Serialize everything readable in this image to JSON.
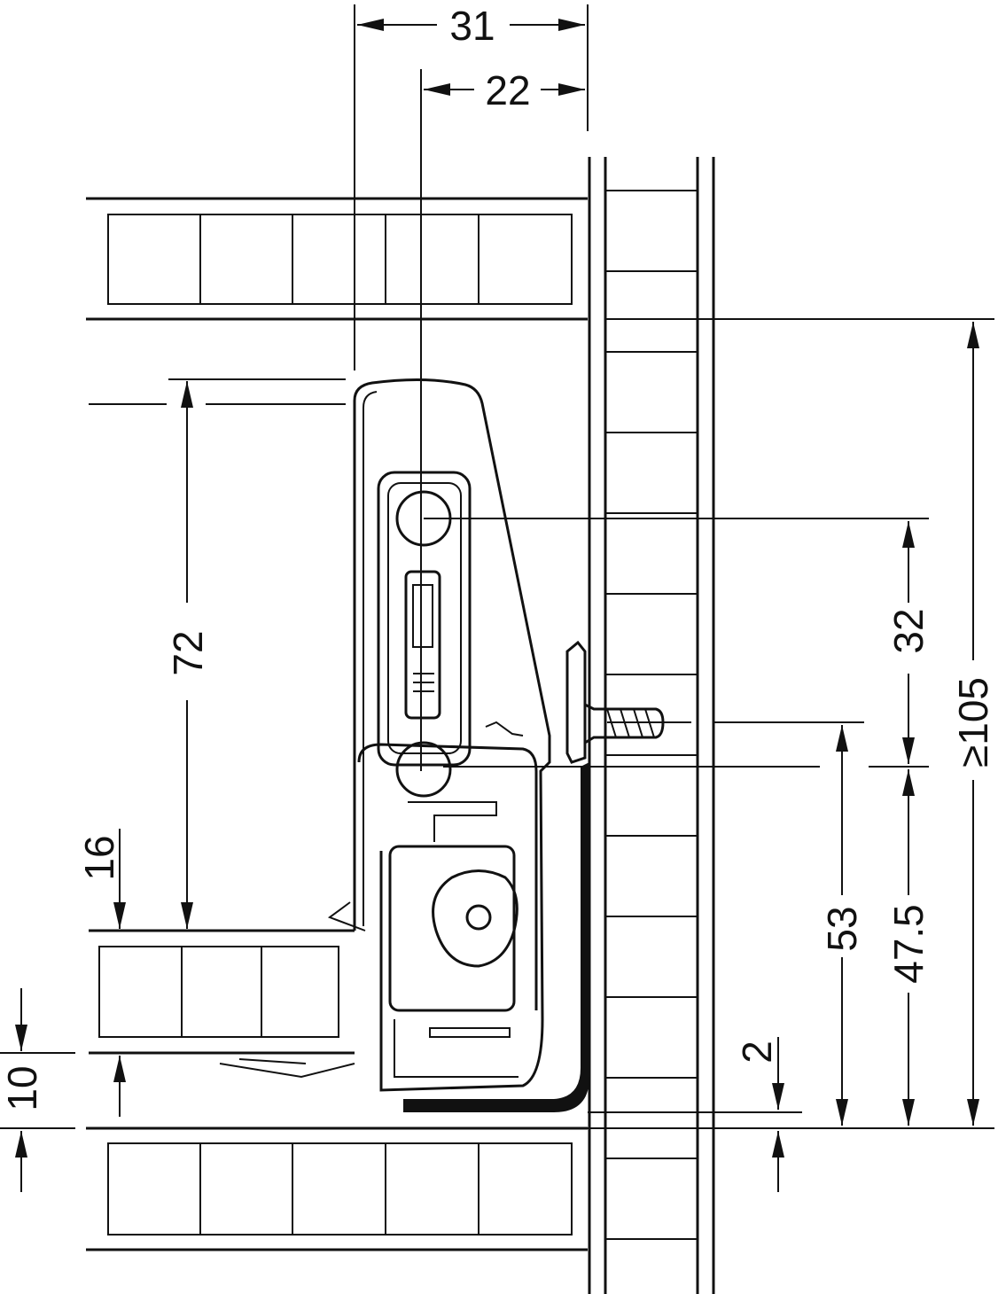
{
  "diagram": {
    "type": "drawer-runner-cross-section",
    "colors": {
      "line": "#111111",
      "background": "#ffffff"
    },
    "dimensions": {
      "d31": "31",
      "d22": "22",
      "d72": "72",
      "d16": "16",
      "d10": "10",
      "d32": "32",
      "d105": "≥105",
      "d53": "53",
      "d47_5": "47.5",
      "d2": "2"
    }
  }
}
